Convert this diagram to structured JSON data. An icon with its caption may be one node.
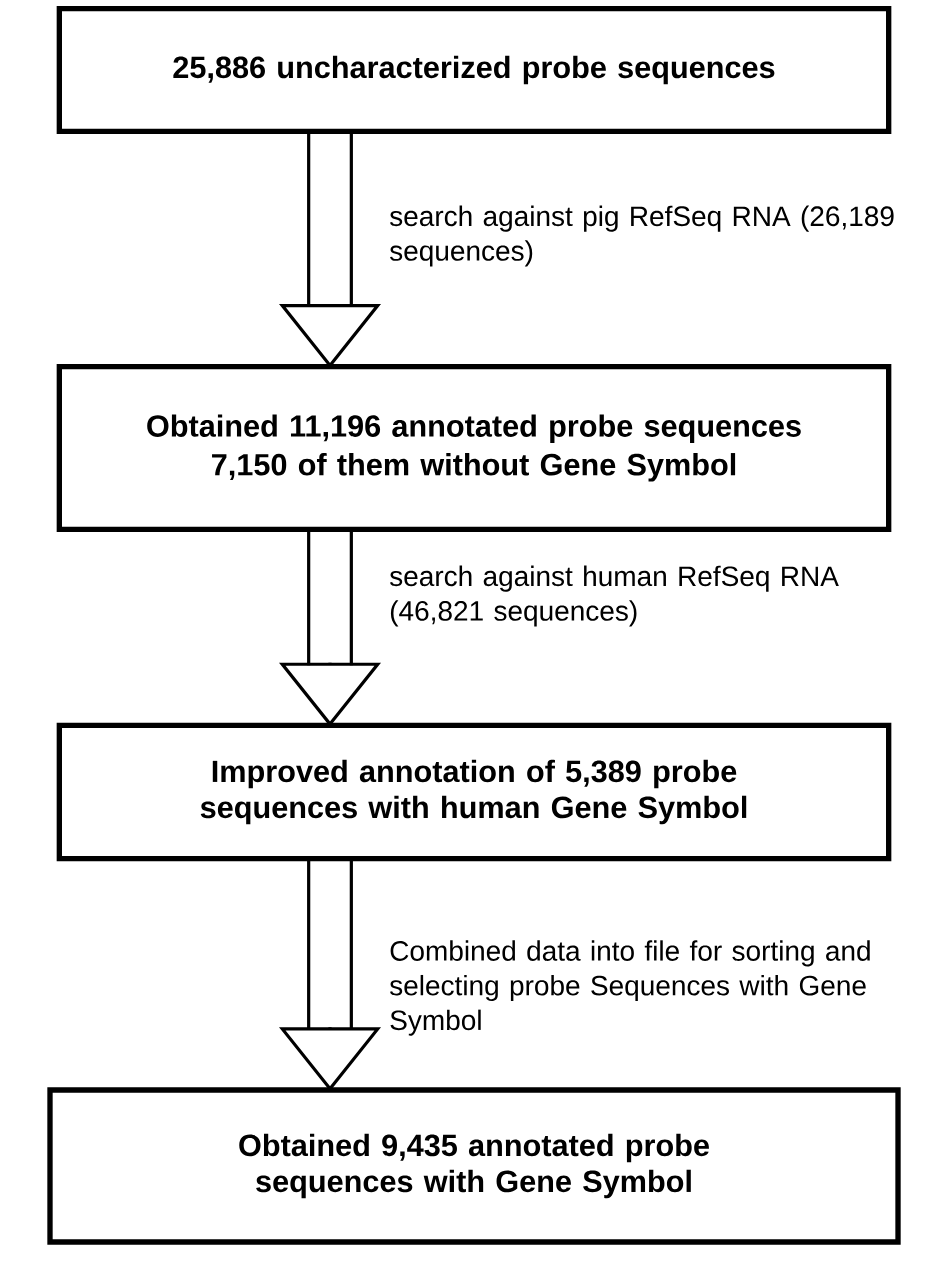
{
  "diagram": {
    "nodes": [
      {
        "text": [
          "25,886 uncharacterized probe sequences"
        ]
      },
      {
        "text": [
          "Obtained 11,196 annotated probe sequences",
          "7,150 of them without Gene Symbol"
        ]
      },
      {
        "text": [
          "Improved annotation of 5,389 probe sequences with  human Gene Symbol"
        ]
      },
      {
        "text": [
          "Obtained 9,435 annotated  probe sequences with Gene Symbol"
        ]
      }
    ],
    "edges": [
      {
        "from": 0,
        "to": 1,
        "arrow": "to",
        "label": "search against pig RefSeq RNA (26,189 sequences)"
      },
      {
        "from": 1,
        "to": 2,
        "arrow": "to",
        "label": "search against  human RefSeq RNA (46,821 sequences)"
      },
      {
        "from": 2,
        "to": 3,
        "arrow": "to",
        "label": "Combined data into file for sorting  and selecting  probe Sequences with  Gene Symbol"
      }
    ]
  }
}
